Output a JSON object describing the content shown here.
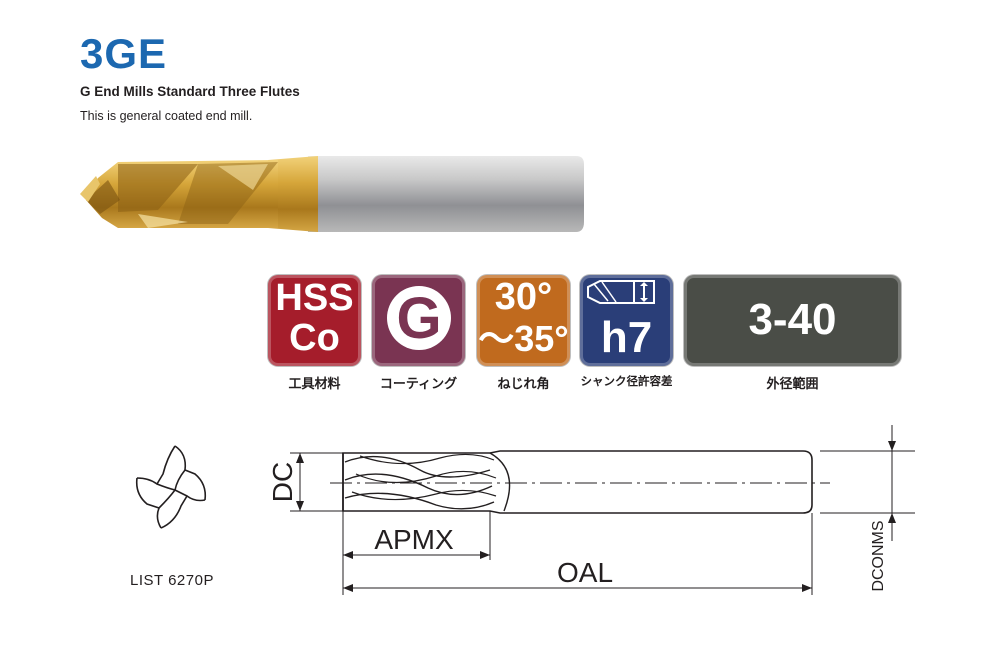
{
  "header": {
    "title": "3GE",
    "subtitle": "G End Mills Standard Three Flutes",
    "description": "This is general coated end mill."
  },
  "badges": {
    "material_line1": "HSS",
    "material_line2": "Co",
    "coating": "G",
    "helix_line1": "30°",
    "helix_line2": "～35°",
    "shank_tol": "h7",
    "range": "3-40"
  },
  "captions": {
    "material": "工具材料",
    "coating": "コーティング",
    "helix": "ねじれ角",
    "shank": "シャンク径許容差",
    "range": "外径範囲"
  },
  "drawing": {
    "dc": "DC",
    "apmx": "APMX",
    "oal": "OAL",
    "dconms": "DCONMS"
  },
  "list_ref": "LIST 6270P",
  "colors": {
    "title": "#1c68b0",
    "material": "#a51d2b",
    "coating": "#7a3452",
    "helix": "#c06a1e",
    "shank": "#2a3e78",
    "range": "#4a4d47"
  }
}
